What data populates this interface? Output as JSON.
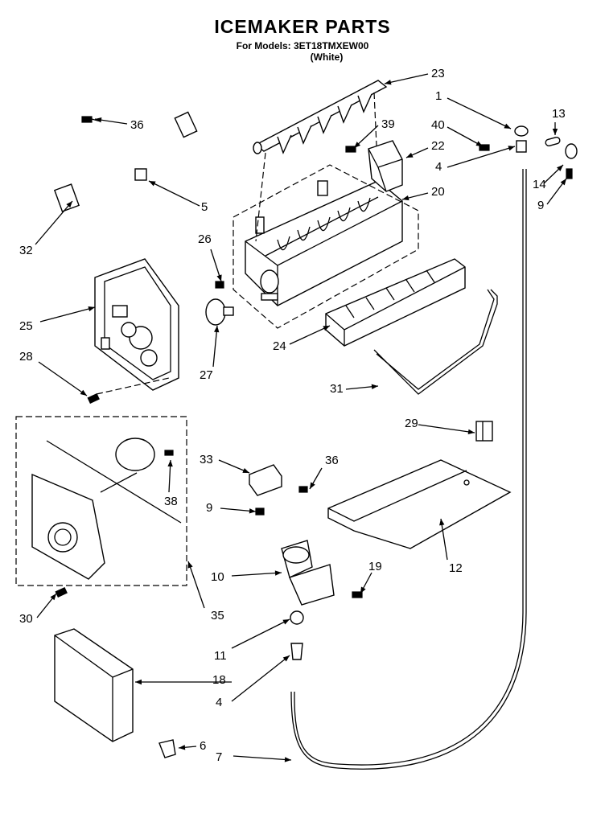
{
  "header": {
    "title": "ICEMAKER PARTS",
    "models_line": "For Models: 3ET18TMXEW00",
    "color_line": "(White)"
  },
  "callouts": [
    {
      "id": "c23",
      "label": "23"
    },
    {
      "id": "c1",
      "label": "1"
    },
    {
      "id": "c36a",
      "label": "36"
    },
    {
      "id": "c39",
      "label": "39"
    },
    {
      "id": "c40",
      "label": "40"
    },
    {
      "id": "c13",
      "label": "13"
    },
    {
      "id": "c22",
      "label": "22"
    },
    {
      "id": "c4a",
      "label": "4"
    },
    {
      "id": "c14",
      "label": "14"
    },
    {
      "id": "c9a",
      "label": "9"
    },
    {
      "id": "c5",
      "label": "5"
    },
    {
      "id": "c20",
      "label": "20"
    },
    {
      "id": "c32",
      "label": "32"
    },
    {
      "id": "c26",
      "label": "26"
    },
    {
      "id": "c25",
      "label": "25"
    },
    {
      "id": "c28",
      "label": "28"
    },
    {
      "id": "c27",
      "label": "27"
    },
    {
      "id": "c24",
      "label": "24"
    },
    {
      "id": "c31",
      "label": "31"
    },
    {
      "id": "c29",
      "label": "29"
    },
    {
      "id": "c33",
      "label": "33"
    },
    {
      "id": "c36b",
      "label": "36"
    },
    {
      "id": "c38",
      "label": "38"
    },
    {
      "id": "c9b",
      "label": "9"
    },
    {
      "id": "c12",
      "label": "12"
    },
    {
      "id": "c10",
      "label": "10"
    },
    {
      "id": "c19",
      "label": "19"
    },
    {
      "id": "c30",
      "label": "30"
    },
    {
      "id": "c35",
      "label": "35"
    },
    {
      "id": "c11",
      "label": "11"
    },
    {
      "id": "c18",
      "label": "18"
    },
    {
      "id": "c4b",
      "label": "4"
    },
    {
      "id": "c6",
      "label": "6"
    },
    {
      "id": "c7",
      "label": "7"
    }
  ]
}
